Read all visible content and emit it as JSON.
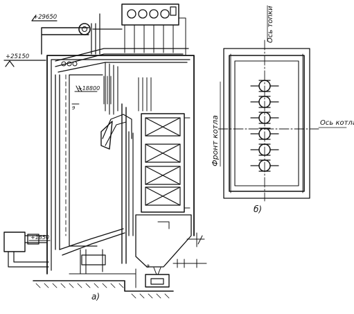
{
  "elevations": {
    "top": "+29650",
    "upper": "+25150",
    "middle": "+18800",
    "lower": "+1850"
  },
  "labels": {
    "furnace_axis": "Ось топки",
    "boiler_axis": "Ось котла",
    "boiler_front": "Фронт котла",
    "view_a": "a)",
    "view_b": "б)",
    "marker_a": "a",
    "marker_9": "9"
  }
}
